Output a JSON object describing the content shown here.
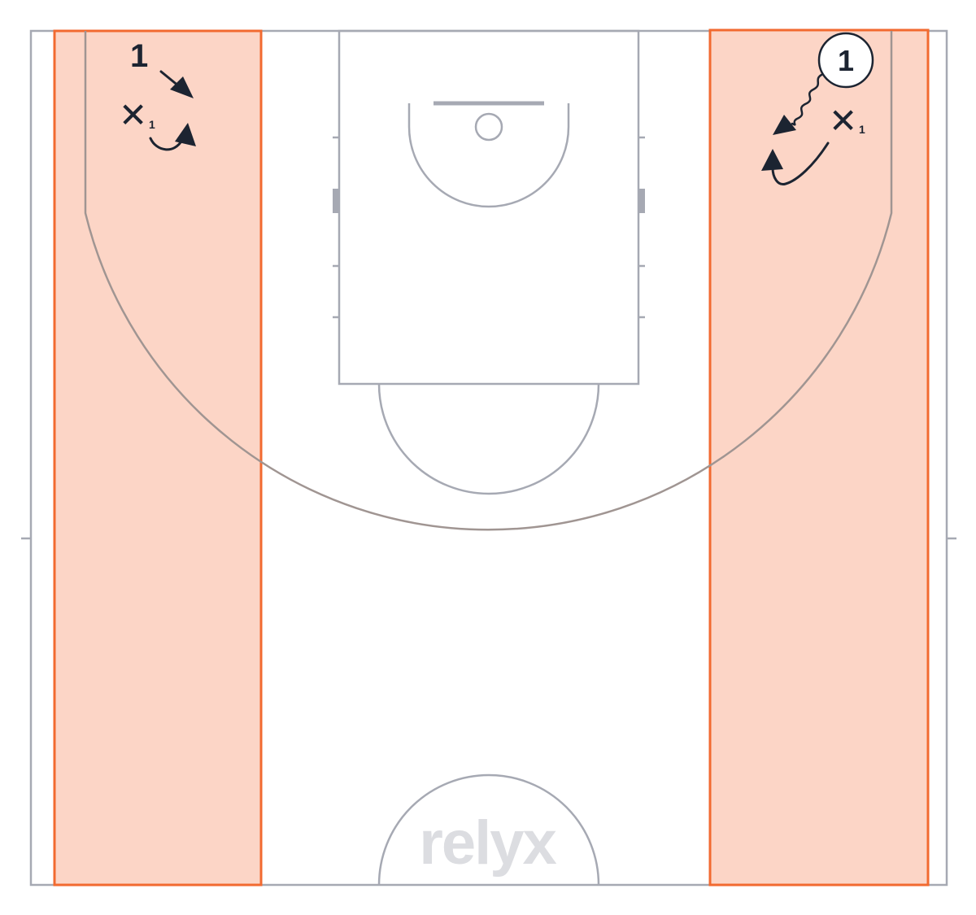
{
  "diagram": {
    "players": [
      {
        "number": "1",
        "style": "plain",
        "location": "left corner"
      },
      {
        "number": "1",
        "style": "circled",
        "location": "right corner"
      }
    ],
    "defenders": [
      {
        "symbol": "✕",
        "subscript": "1",
        "location": "left corner"
      },
      {
        "symbol": "✕",
        "subscript": "1",
        "location": "right corner"
      }
    ],
    "logo": "relyx",
    "colors": {
      "zone_fill": "#fcd5c6",
      "zone_border": "#f26a30",
      "court_lines": "#a6a9b3",
      "markings": "#1c2431",
      "logo": "#dcdde1"
    }
  }
}
